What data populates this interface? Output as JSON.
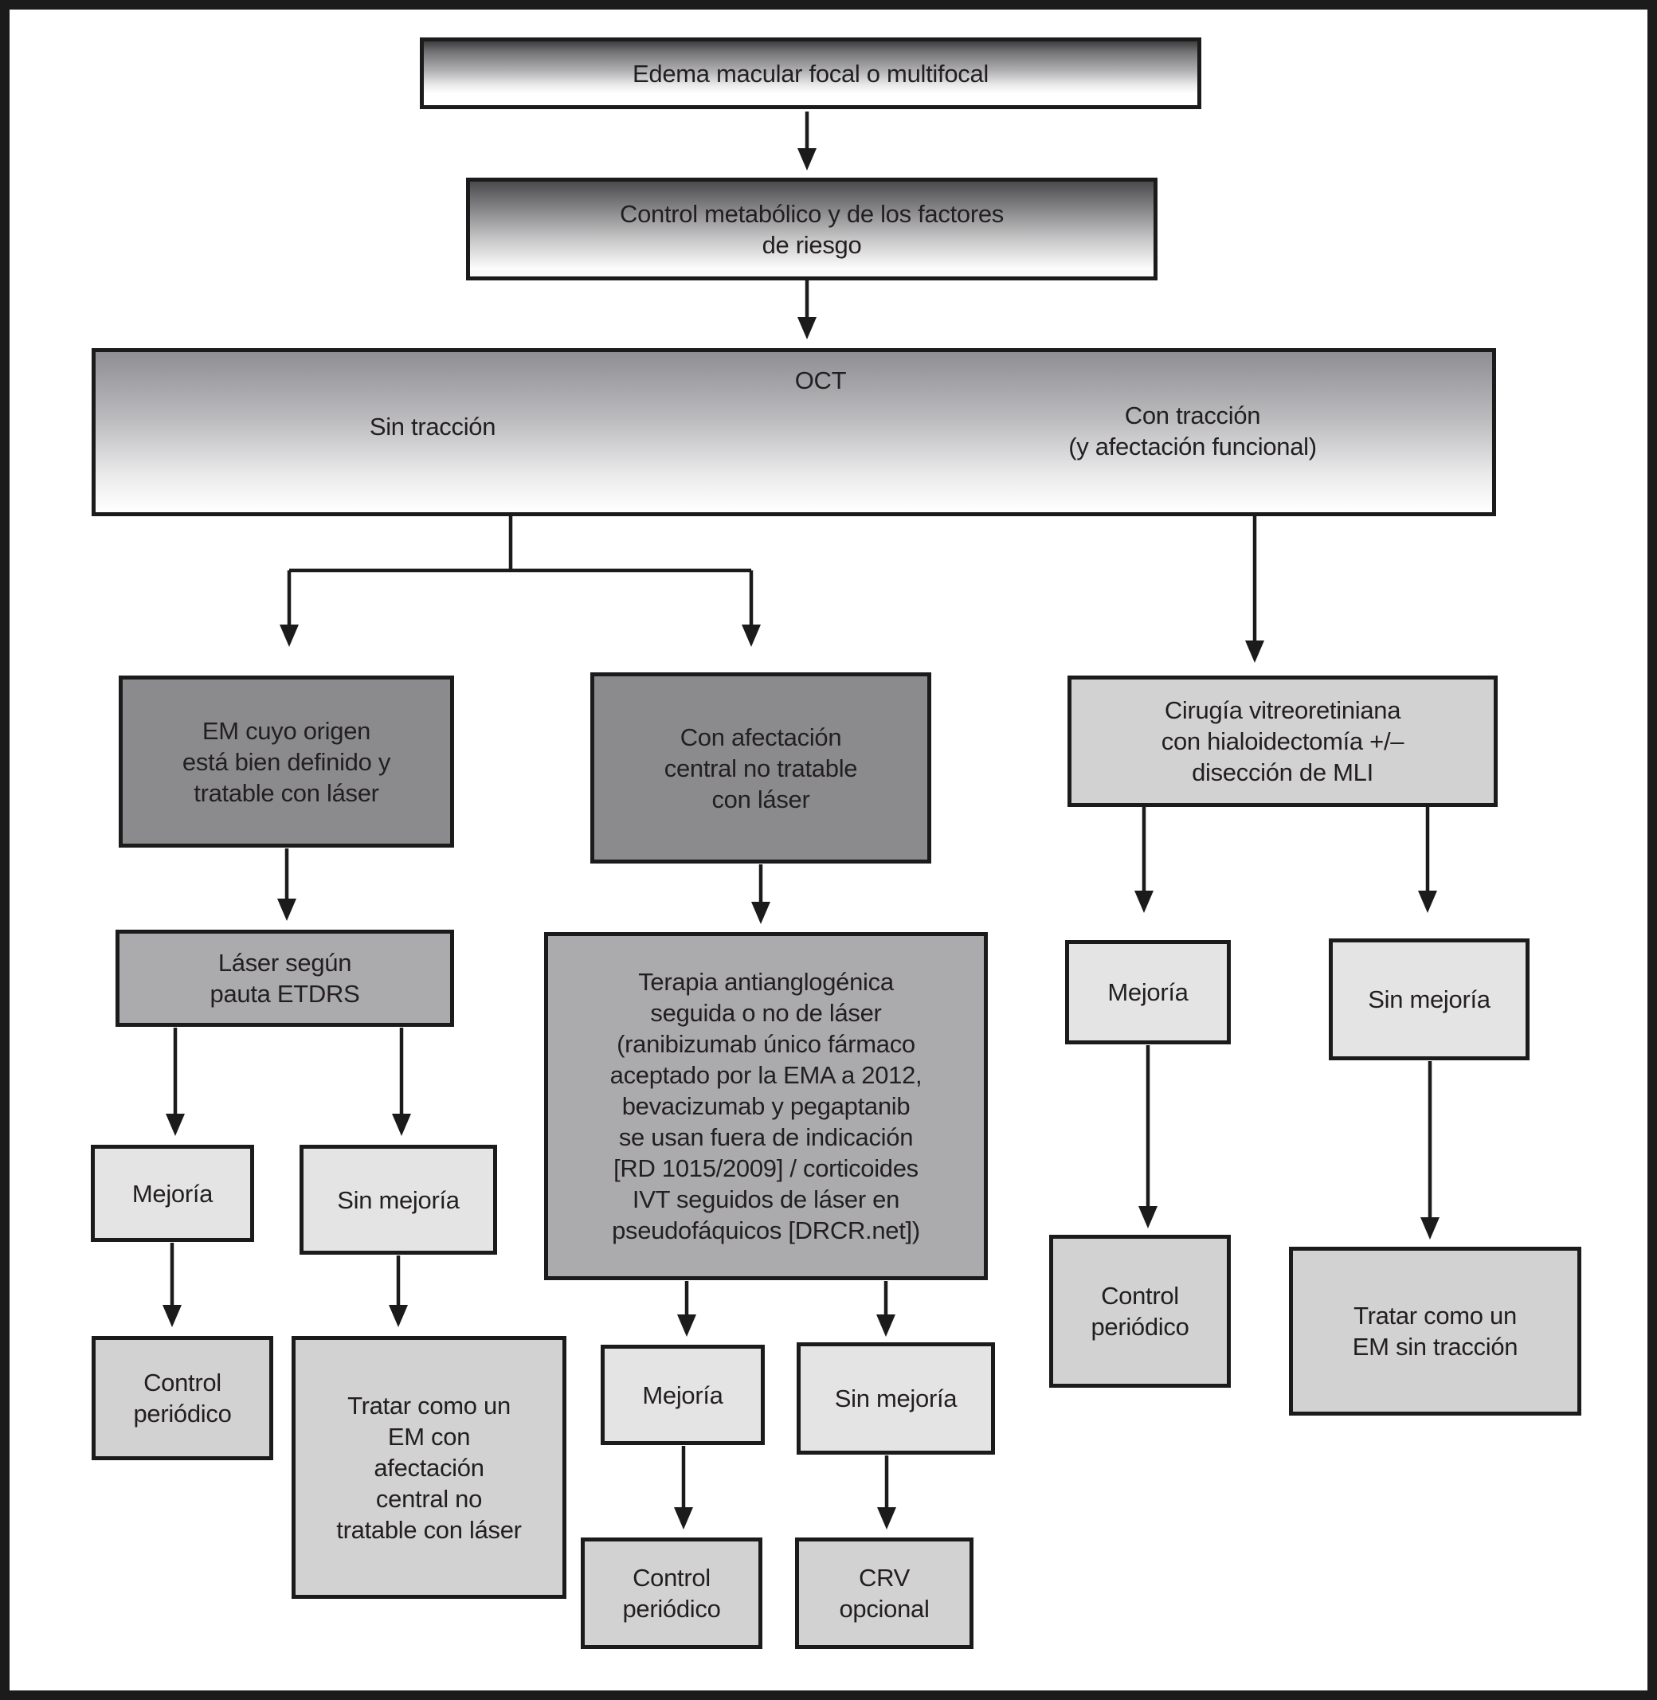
{
  "palette": {
    "frame_border": "#1b1b1b",
    "background": "#ffffff",
    "node_border": "#1b1b1b",
    "gradient_top_dark": "#3f3f41",
    "gradient_oct_top": "#8f8f93",
    "solid_dark_gray": "#8b8b8d",
    "solid_medium_gray": "#ababad",
    "solid_light_gray": "#e4e4e4",
    "solid_midlight_gray": "#d2d2d2",
    "text": "#231f20"
  },
  "nodes": {
    "root": {
      "label": "Edema macular focal o multifocal"
    },
    "control_metabolico": {
      "label": "Control metabólico y de los factores\nde riesgo"
    },
    "oct": {
      "label": "OCT",
      "branch_left": "Sin tracción",
      "branch_right": "Con tracción\n(y afectación funcional)"
    },
    "em_definido": {
      "label": "EM cuyo origen\nestá bien definido y\ntratable con láser"
    },
    "con_afectacion": {
      "label": "Con afectación\ncentral no tratable\ncon láser"
    },
    "cirugia": {
      "label": "Cirugía vitreoretiniana\ncon hialoidectomía +/–\ndisección de MLI"
    },
    "laser_etdrs": {
      "label": "Láser según\npauta ETDRS"
    },
    "terapia": {
      "label": "Terapia antianglogénica\nseguida o no de láser\n(ranibizumab único fármaco\naceptado por la EMA a 2012,\nbevacizumab y pegaptanib\nse usan fuera de indicación\n[RD 1015/2009] / corticoides\nIVT seguidos de láser en\npseudofáquicos [DRCR.net])"
    },
    "mejoria_left": {
      "label": "Mejoría"
    },
    "sin_mejoria_left": {
      "label": "Sin mejoría"
    },
    "control_left": {
      "label": "Control\nperiódico"
    },
    "tratar_central": {
      "label": "Tratar como un\nEM con\nafectación\ncentral no\ntratable con láser"
    },
    "mejoria_mid": {
      "label": "Mejoría"
    },
    "sin_mejoria_mid": {
      "label": "Sin mejoría"
    },
    "control_mid": {
      "label": "Control\nperiódico"
    },
    "crv": {
      "label": "CRV\nopcional"
    },
    "mejoria_right": {
      "label": "Mejoría"
    },
    "sin_mejoria_right": {
      "label": "Sin mejoría"
    },
    "control_right": {
      "label": "Control\nperiódico"
    },
    "tratar_sin_traccion": {
      "label": "Tratar como un\nEM sin tracción"
    }
  }
}
